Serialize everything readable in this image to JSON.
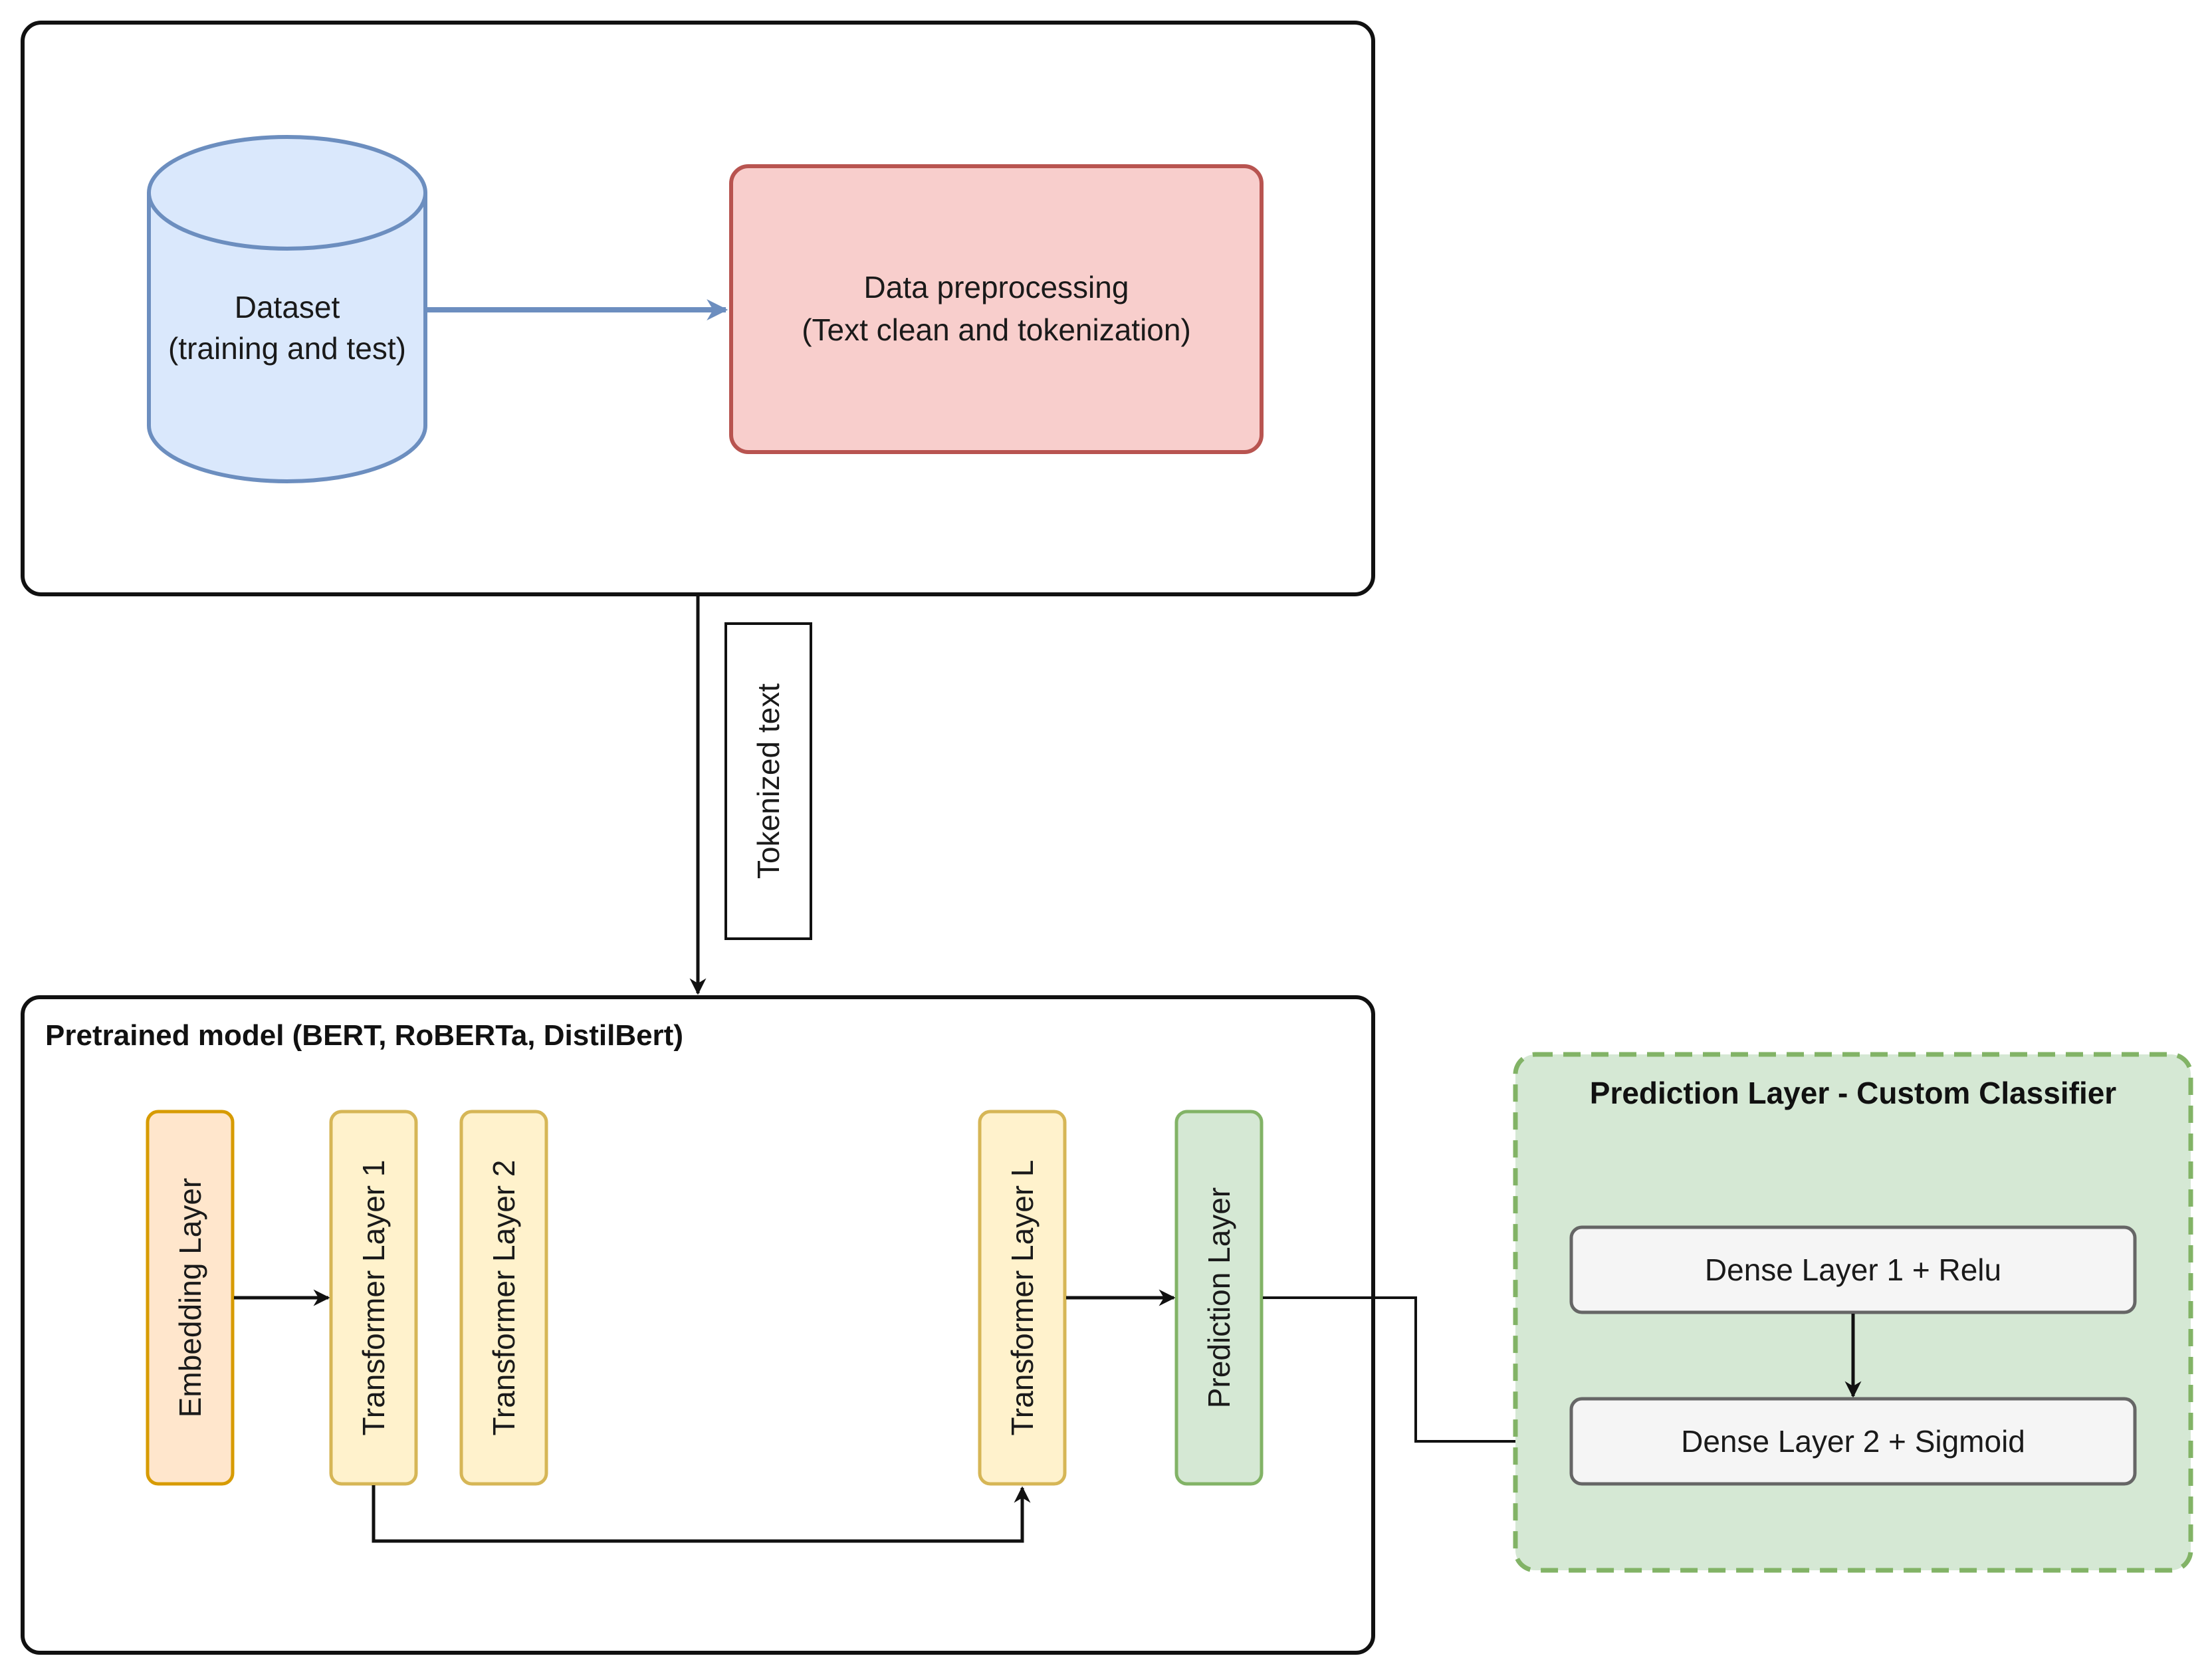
{
  "top_panel": {
    "dataset": {
      "line1": "Dataset",
      "line2": "(training and  test)"
    },
    "preprocessing": {
      "line1": "Data preprocessing",
      "line2": "(Text clean and tokenization)"
    }
  },
  "connector": {
    "tokenized_label": "Tokenized text"
  },
  "pretrained_panel": {
    "title": "Pretrained model (BERT, RoBERTa, DistilBert)",
    "layers": [
      {
        "label": "Embedding Layer"
      },
      {
        "label": "Transformer Layer 1"
      },
      {
        "label": "Transformer Layer 2"
      },
      {
        "label": "Transformer Layer L"
      },
      {
        "label": "Prediction Layer"
      }
    ]
  },
  "classifier_panel": {
    "title": "Prediction Layer - Custom Classifier",
    "dense1": "Dense Layer 1 + Relu",
    "dense2": "Dense Layer 2 + Sigmoid"
  },
  "colors": {
    "dataset_fill": "#dae8fc",
    "dataset_stroke": "#6c8ebf",
    "preprocess_fill": "#f8cecc",
    "preprocess_stroke": "#b85450",
    "embedding_fill": "#ffe6cc",
    "embedding_stroke": "#d79b00",
    "transformer_fill": "#fff2cc",
    "transformer_stroke": "#d6b656",
    "prediction_fill": "#d5e8d4",
    "prediction_stroke": "#82b366",
    "dense_fill": "#f5f5f5",
    "dense_stroke": "#666666",
    "blue_arrow": "#6c8ebf"
  }
}
